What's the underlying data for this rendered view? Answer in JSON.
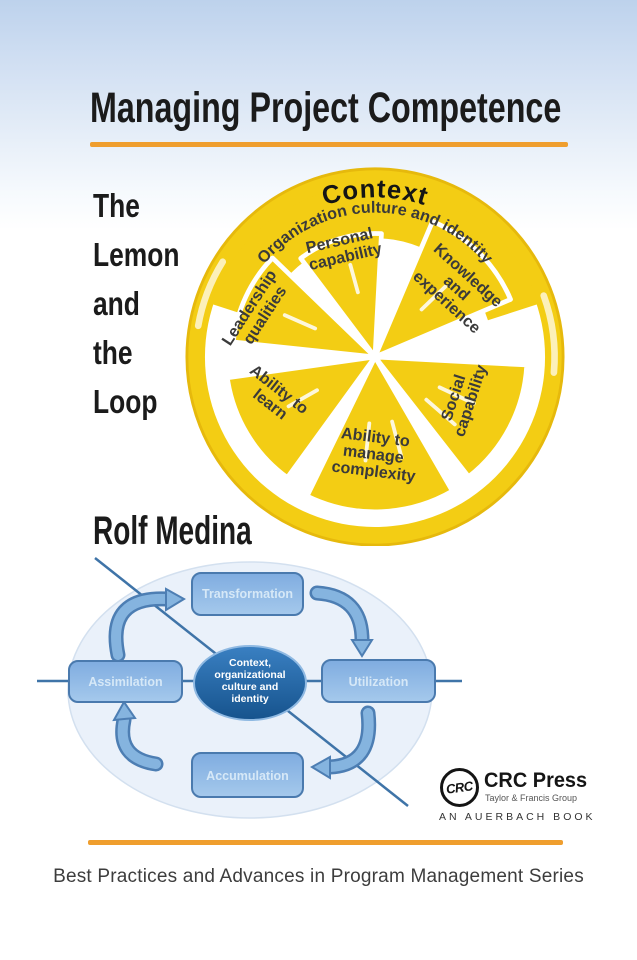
{
  "cover": {
    "title": "Managing Project Competence",
    "subtitle_lines": [
      "The",
      "Lemon",
      "and",
      "the",
      "Loop"
    ],
    "author": "Rolf Medina",
    "series": "Best Practices and Advances in Program Management Series"
  },
  "colors": {
    "lemon_yellow": "#f3cd14",
    "lemon_rim": "#e6b90c",
    "accent_orange": "#ef9e2e",
    "sky_blue": "#bdd2ec",
    "loop_box_fill": "#8fb9e2",
    "loop_box_border": "#4a7aae",
    "loop_center_fill": "#2e74b4",
    "loop_bg": "#eaf1fa",
    "label_dark": "#3a3a3a"
  },
  "lemon": {
    "context_label": "Context",
    "ring_text": "Organization culture and identity",
    "wedges": {
      "personal": [
        "Personal",
        "capability"
      ],
      "knowledge": [
        "Knowledge",
        "and",
        "experience"
      ],
      "leadership": [
        "Leadership",
        "qualities"
      ],
      "social": [
        "Social",
        "capability"
      ],
      "manage": [
        "Ability to",
        "manage",
        "complexity"
      ],
      "learn": [
        "Ability to",
        "learn"
      ]
    }
  },
  "loop": {
    "boxes": {
      "top": "Transformation",
      "right": "Utilization",
      "bottom": "Accumulation",
      "left": "Assimilation"
    },
    "center_lines": [
      "Context,",
      "organizational",
      "culture and",
      "identity"
    ]
  },
  "publisher": {
    "logo_acronym": "CRC",
    "name": "CRC Press",
    "group": "Taylor & Francis Group",
    "imprint": "AN AUERBACH BOOK"
  }
}
